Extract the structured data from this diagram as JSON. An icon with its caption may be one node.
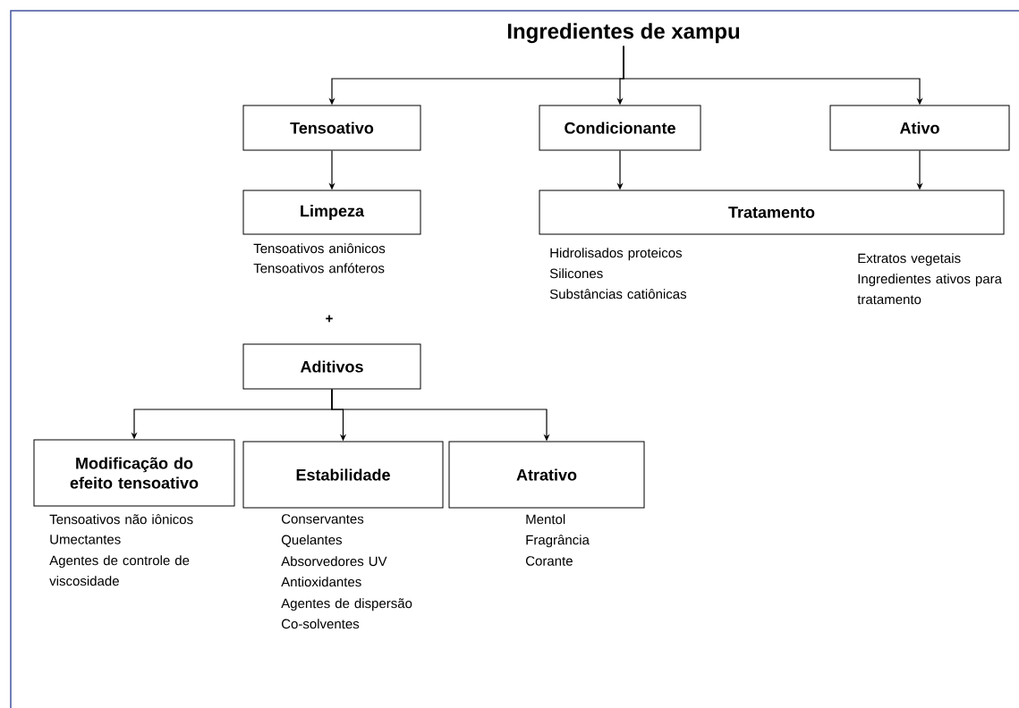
{
  "diagram": {
    "nodes": [
      {
        "text": [
          "Ingredientes de xampu"
        ]
      },
      {
        "text": [
          "Tensoativo"
        ]
      },
      {
        "text": [
          "Condicionante"
        ]
      },
      {
        "text": [
          "Ativo"
        ]
      },
      {
        "text": [
          "Limpeza"
        ],
        "beside": [
          "Tensoativos aniônicos",
          "Tensoativos anfóteros"
        ]
      },
      {
        "text": [
          "Tratamento"
        ],
        "beside": [
          "Hidrolisados proteicos",
          "Silicones",
          "Substâncias catiônicas",
          "Extratos vegetais",
          "Ingredientes ativos para tratamento"
        ]
      },
      {
        "text": [
          "Aditivos"
        ]
      },
      {
        "text": [
          "Modificação do efeito tensoativo"
        ],
        "beside": [
          "Tensoativos não iônicos",
          "Umectantes",
          "Agentes de controle de viscosidade"
        ]
      },
      {
        "text": [
          "Estabilidade"
        ],
        "beside": [
          "Conservantes",
          "Quelantes",
          "Absorvedores UV",
          "Antioxidantes",
          "Agentes de dispersão",
          "Co-solventes"
        ]
      },
      {
        "text": [
          "Atrativo"
        ],
        "beside": [
          "Mentol",
          "Fragrância",
          "Corante"
        ]
      }
    ],
    "edges": [
      {
        "from": 0,
        "to": 1,
        "arrow": "to"
      },
      {
        "from": 0,
        "to": 2,
        "arrow": "to"
      },
      {
        "from": 0,
        "to": 3,
        "arrow": "to"
      },
      {
        "from": 1,
        "to": 4,
        "arrow": "to"
      },
      {
        "from": 2,
        "to": 5,
        "arrow": "to"
      },
      {
        "from": 3,
        "to": 5,
        "arrow": "to"
      },
      {
        "from": 6,
        "to": 7,
        "arrow": "to"
      },
      {
        "from": 6,
        "to": 8,
        "arrow": "to"
      },
      {
        "from": 6,
        "to": 9,
        "arrow": "to"
      }
    ],
    "labels": [
      "+"
    ]
  }
}
